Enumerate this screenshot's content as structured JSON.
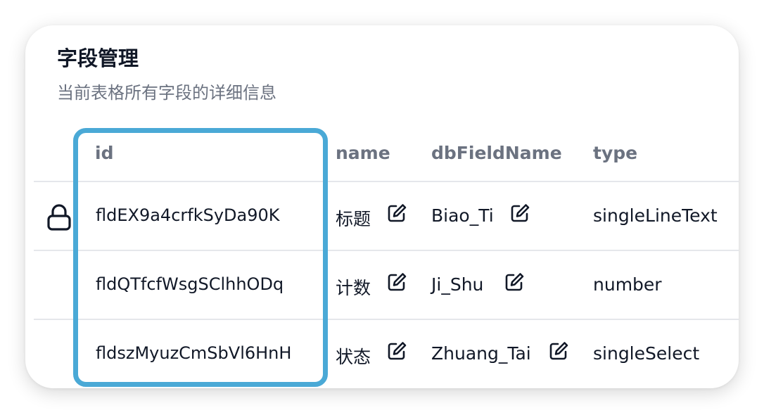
{
  "panel": {
    "title": "字段管理",
    "subtitle": "当前表格所有字段的详细信息"
  },
  "table": {
    "columns": [
      "id",
      "name",
      "dbFieldName",
      "type"
    ],
    "rows": [
      {
        "id": "fldEX9a4crfkSyDa90K",
        "name": "标题",
        "dbFieldName": "Biao_Ti",
        "type": "singleLineText",
        "locked": true
      },
      {
        "id": "fldQTfcfWsgSClhhODq",
        "name": "计数",
        "dbFieldName": "Ji_Shu",
        "type": "number",
        "locked": false
      },
      {
        "id": "fldszMyuzCmSbVl6HnH",
        "name": "状态",
        "dbFieldName": "Zhuang_Tai",
        "type": "singleSelect",
        "locked": false
      }
    ]
  },
  "icons": {
    "lock": "lock-icon",
    "edit": "edit-icon"
  },
  "colors": {
    "highlight": "#4aa9d6",
    "header_text": "#6b7280",
    "body_text": "#111827"
  }
}
